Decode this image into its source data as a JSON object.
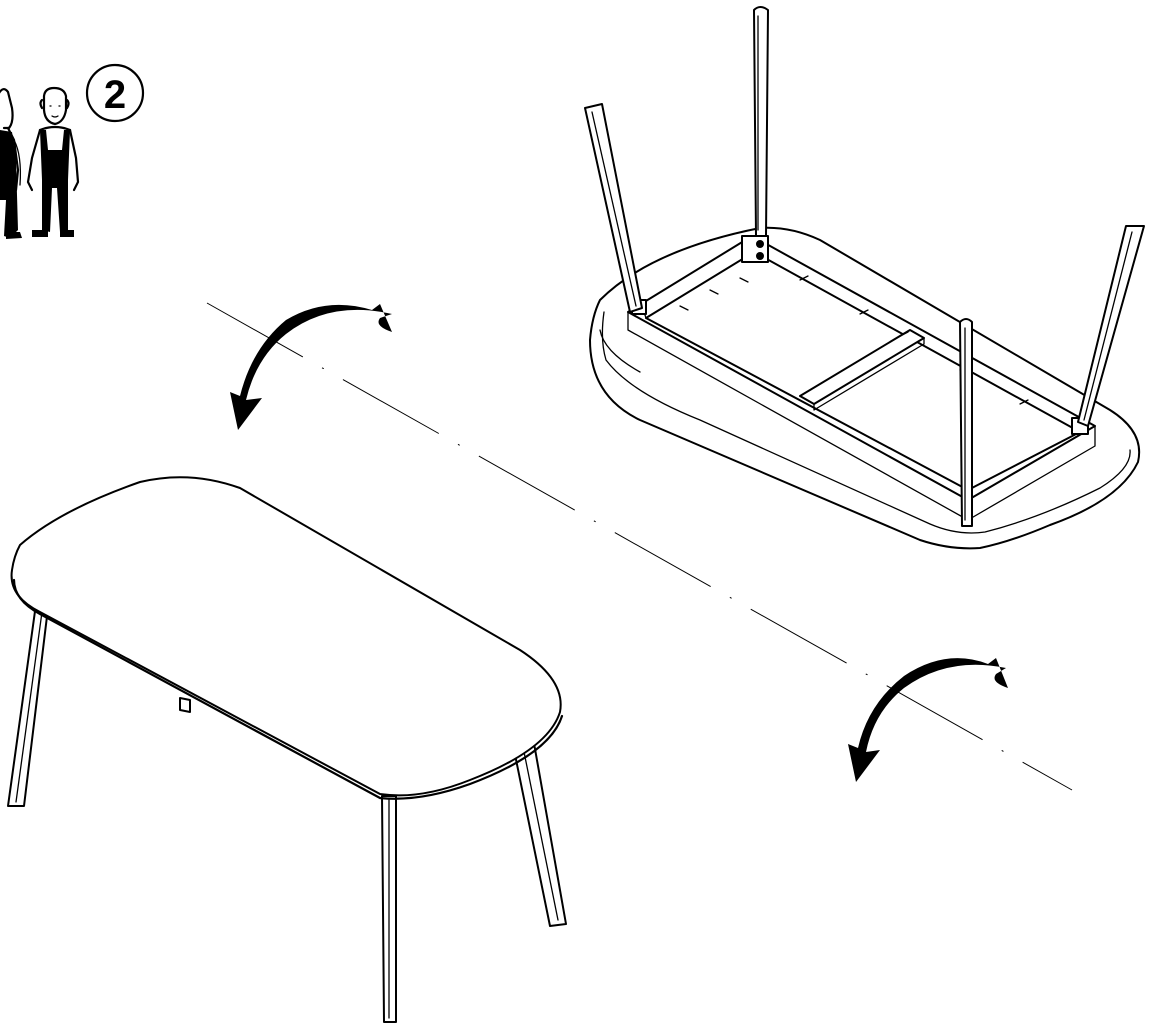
{
  "step": {
    "number": "2"
  },
  "instructions": {
    "people_required": 2,
    "action": "flip-table-over"
  },
  "icons": [
    "two-person-icon",
    "rotate-arrow-icon"
  ],
  "colors": {
    "line": "#000000",
    "background": "#ffffff"
  }
}
